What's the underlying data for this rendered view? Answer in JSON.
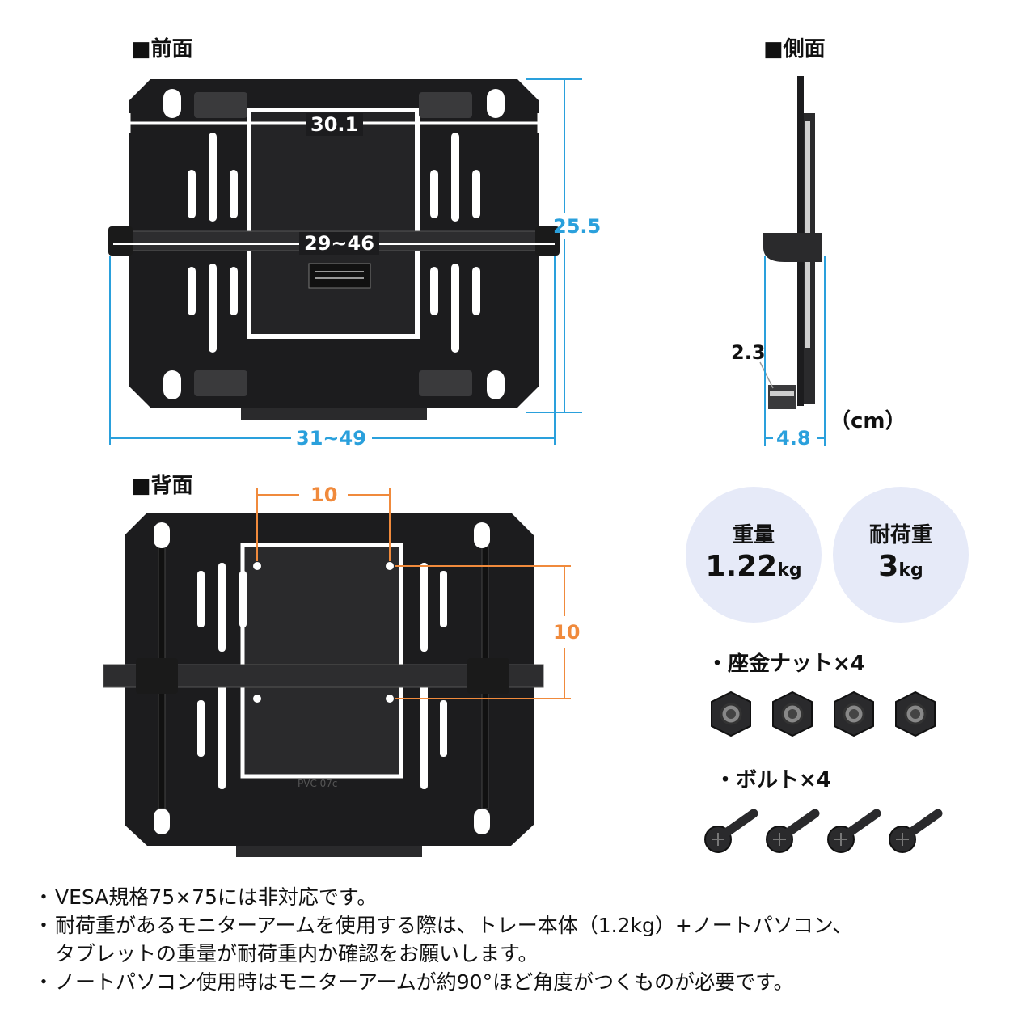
{
  "front": {
    "title": "■前面",
    "width_top": "30.1",
    "strap_width": "29~46",
    "height": "25.5",
    "total_width": "31~49"
  },
  "side": {
    "title": "■側面",
    "thickness_small": "2.3",
    "depth": "4.8",
    "unit": "（cm）"
  },
  "back": {
    "title": "■背面",
    "vesa_h": "10",
    "vesa_v": "10",
    "stamp": "PVC 07c"
  },
  "specs": [
    {
      "label": "重量",
      "value": "1.22",
      "unit": "kg"
    },
    {
      "label": "耐荷重",
      "value": "3",
      "unit": "kg"
    }
  ],
  "accessories": {
    "nuts_label": "・座金ナット×4",
    "bolts_label": "・ボルト×4"
  },
  "notes": [
    "VESA規格75×75には非対応です。",
    "耐荷重があるモニターアームを使用する際は、トレー本体（1.2kg）+ノートパソコン、\nタブレットの重量が耐荷重内か確認をお願いします。",
    "ノートパソコン使用時はモニターアームが約90°ほど角度がつくものが必要です。"
  ],
  "colors": {
    "dimension_blue": "#2aa0dc",
    "dimension_orange": "#f08a3c",
    "spec_circle": "#e6eaf8",
    "plate": "#1c1c1e"
  }
}
